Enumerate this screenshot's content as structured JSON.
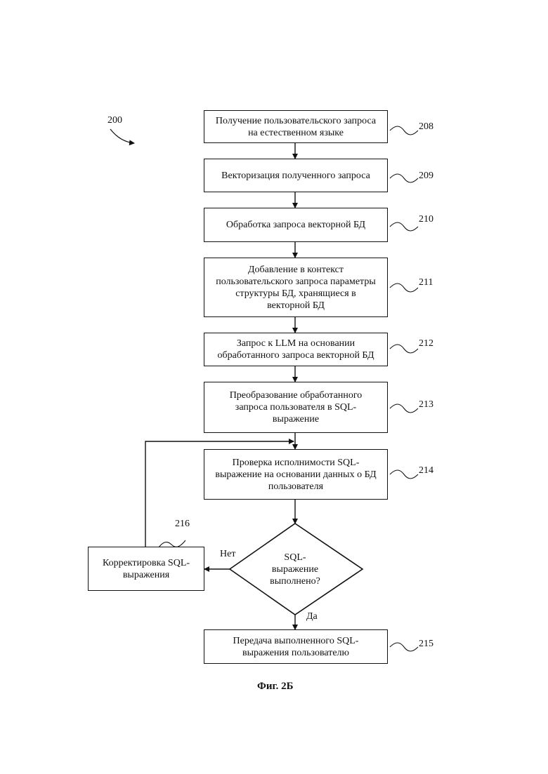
{
  "figure_ref": "200",
  "steps": {
    "s208": {
      "ref": "208",
      "text": "Получение пользовательского запроса\nна естественном языке"
    },
    "s209": {
      "ref": "209",
      "text": "Векторизация полученного запроса"
    },
    "s210": {
      "ref": "210",
      "text": "Обработка запроса векторной БД"
    },
    "s211": {
      "ref": "211",
      "text": "Добавление в контекст\nпользовательского запроса параметры\nструктуры БД, хранящиеся в\nвекторной БД"
    },
    "s212": {
      "ref": "212",
      "text": "Запрос к LLM на основании\nобработанного запроса векторной БД"
    },
    "s213": {
      "ref": "213",
      "text": "Преобразование обработанного\nзапроса пользователя в SQL-\nвыражение"
    },
    "s214": {
      "ref": "214",
      "text": "Проверка исполнимости SQL-\nвыражение на основании данных о БД\nпользователя"
    },
    "s215": {
      "ref": "215",
      "text": "Передача выполненного SQL-\nвыражения пользователю"
    },
    "s216": {
      "ref": "216",
      "text": "Корректировка SQL-\nвыражения"
    }
  },
  "decision": {
    "text": "SQL-\nвыражение\nвыполнено?",
    "no_label": "Нет",
    "yes_label": "Да"
  },
  "caption": "Фиг. 2Б"
}
